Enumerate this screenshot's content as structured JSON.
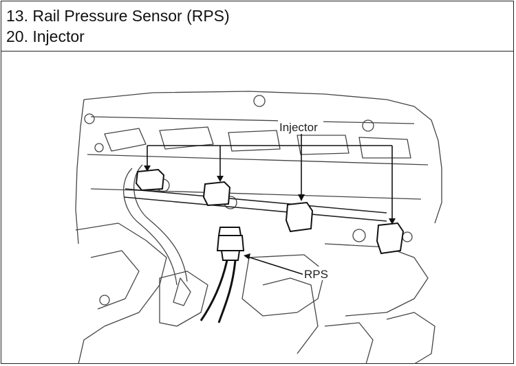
{
  "header": {
    "lines": [
      "13. Rail Pressure Sensor (RPS)",
      "20. Injector"
    ]
  },
  "figure": {
    "callouts": {
      "injector": "Injector",
      "rps": "RPS"
    }
  }
}
